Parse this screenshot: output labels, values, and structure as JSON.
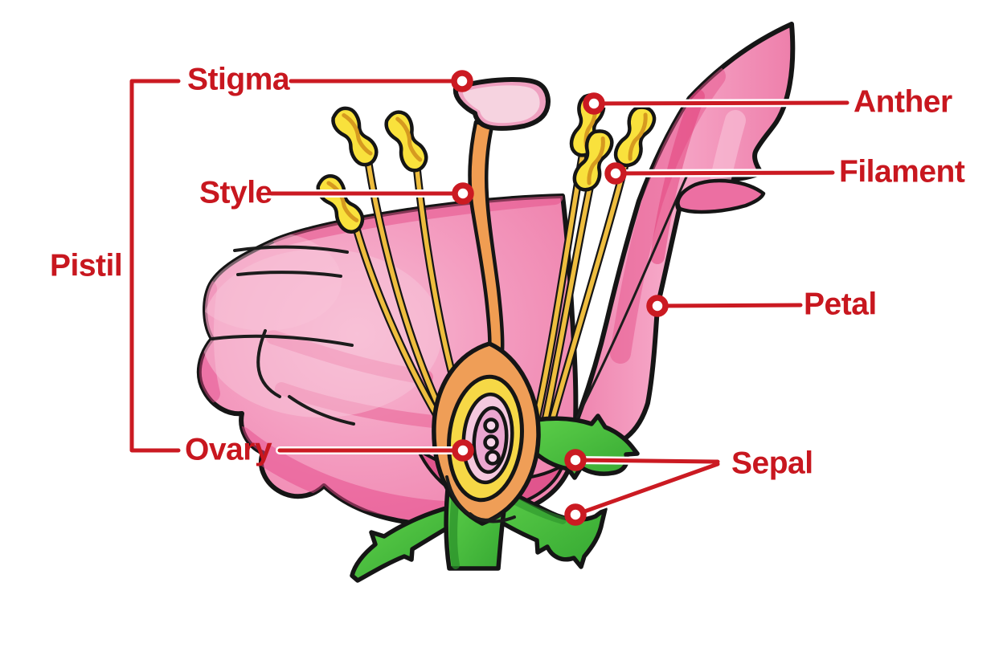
{
  "diagram": {
    "type": "labeled-diagram",
    "subject": "Flower anatomy longitudinal section",
    "labels": {
      "stigma": "Stigma",
      "style": "Style",
      "pistil": "Pistil",
      "ovary": "Ovary",
      "anther": "Anther",
      "filament": "Filament",
      "petal": "Petal",
      "sepal": "Sepal"
    },
    "colors": {
      "label_text": "#c8171f",
      "leader_line": "#cb1a22",
      "petal_pink": "#f08bb4",
      "petal_dark_pink": "#e23c78",
      "petal_highlight": "#f8bcd4",
      "stigma_fill": "#efa0c0",
      "stigma_inner": "#f6d3e0",
      "style_orange": "#f09d52",
      "anther_yellow": "#f9e13c",
      "filament_gold": "#eebd3e",
      "ovary_outer_orange": "#ef9e57",
      "ovary_ring_yellow": "#f6d846",
      "ovule_pink": "#f7d4e8",
      "sepal_green": "#44bc3d",
      "outline_black": "#151515",
      "background": "#ffffff"
    }
  }
}
